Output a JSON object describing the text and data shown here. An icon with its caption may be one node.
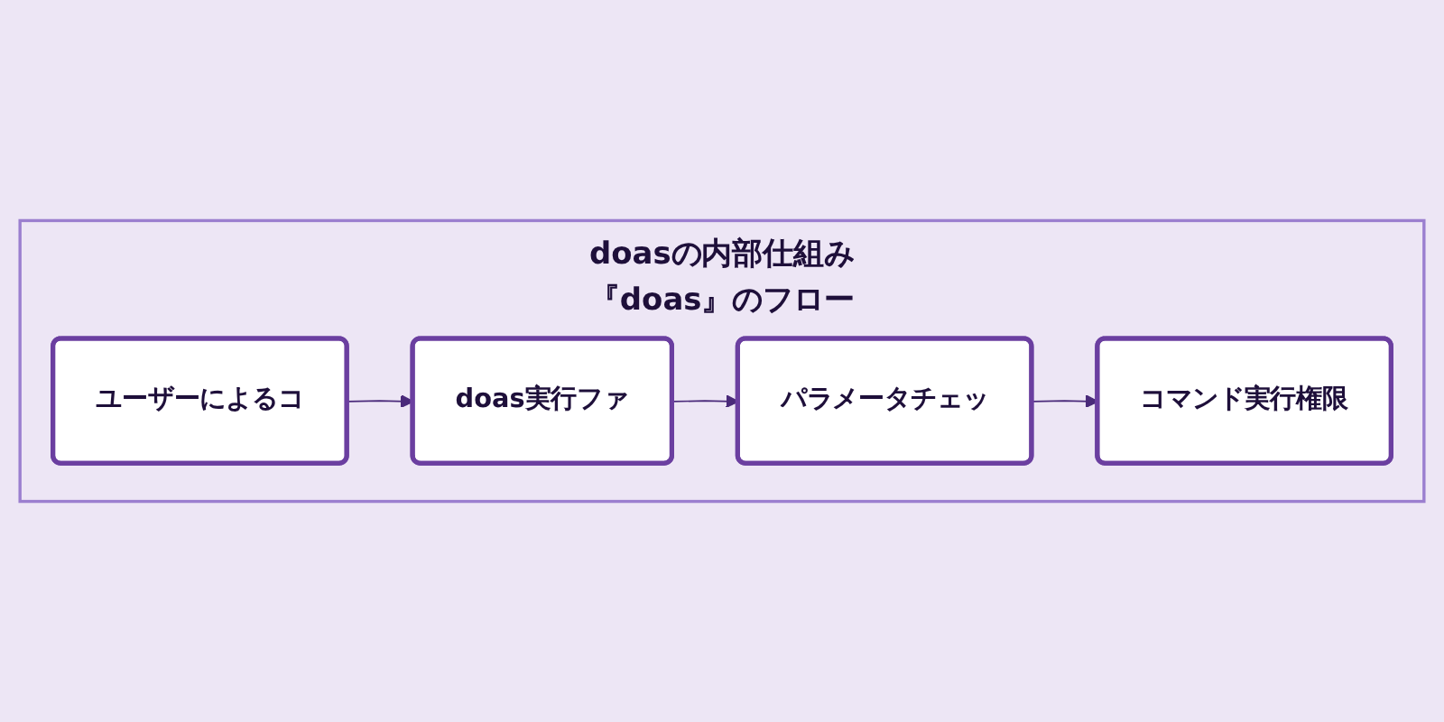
{
  "diagram": {
    "nodes": [
      {
        "text": [
          "doasの内部仕組み",
          "『doas』のフロー"
        ]
      },
      {
        "text": [
          "ユーザーによるコ"
        ],
        "in": 0
      },
      {
        "text": [
          "doas実行ファ"
        ],
        "in": 0
      },
      {
        "text": [
          "パラメータチェッ"
        ],
        "in": 0
      },
      {
        "text": [
          "コマンド実行権限"
        ],
        "in": 0
      }
    ],
    "edges": [
      {
        "from": 1,
        "to": 2,
        "arrow": "to"
      },
      {
        "from": 2,
        "to": 3,
        "arrow": "to"
      },
      {
        "from": 3,
        "to": 4,
        "arrow": "to"
      }
    ]
  }
}
